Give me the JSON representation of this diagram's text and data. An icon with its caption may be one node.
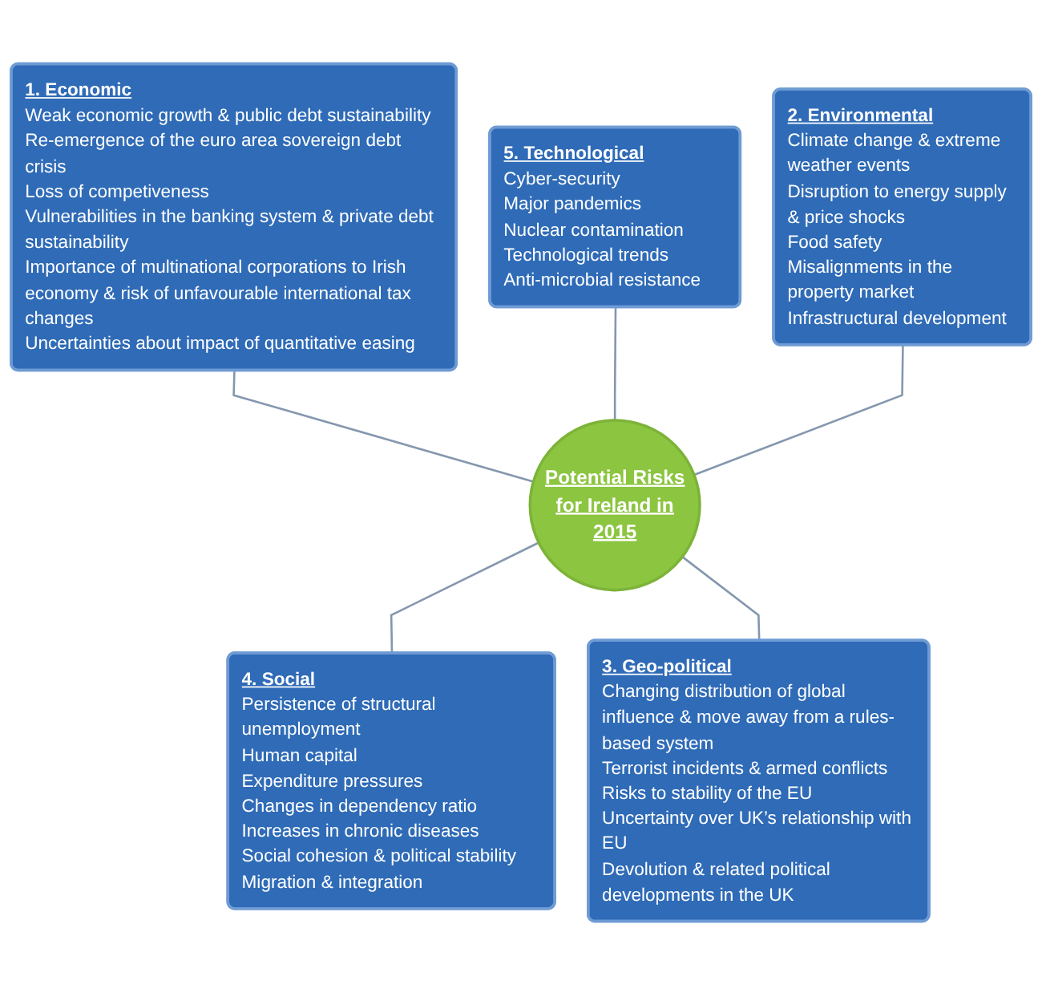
{
  "diagram": {
    "nodes": [
      {
        "text": [
          "1. Economic",
          "Weak economic growth & public debt sustainability",
          "Re-emergence of the euro area sovereign debt crisis",
          "Loss of competiveness",
          "Vulnerabilities in the banking system & private debt sustainability",
          "Importance of multinational corporations to Irish economy & risk of unfavourable international tax changes",
          "Uncertainties about impact of quantitative easing"
        ]
      },
      {
        "text": [
          "5. Technological",
          "Cyber-security",
          "Major pandemics",
          "Nuclear contamination",
          "Technological trends",
          "Anti-microbial resistance"
        ]
      },
      {
        "text": [
          "Potential Risks for Ireland in 2015"
        ]
      },
      {
        "text": [
          "2. Environmental",
          "Climate change & extreme weather events",
          "Disruption to energy supply & price shocks",
          "Food safety",
          "Misalignments in the property market",
          "Infrastructural development"
        ]
      },
      {
        "text": [
          "4. Social",
          "Persistence of structural unemployment",
          "Human capital",
          "Expenditure pressures",
          "Changes in dependency ratio",
          "Increases in chronic diseases",
          "Social cohesion & political stability",
          "Migration & integration"
        ]
      },
      {
        "text": [
          "3. Geo-political",
          "Changing distribution of global influence & move away from a rules-based system",
          "Terrorist incidents & armed conflicts",
          "Risks to stability of the EU",
          "Uncertainty over UK’s relationship with EU",
          "Devolution & related political developments in the UK"
        ]
      }
    ],
    "edges": [
      {
        "from": 0,
        "to": 2,
        "arrow": "none"
      },
      {
        "from": 1,
        "to": 2,
        "arrow": "none"
      },
      {
        "from": 3,
        "to": 2,
        "arrow": "none"
      },
      {
        "from": 2,
        "to": 4,
        "arrow": "none"
      },
      {
        "from": 2,
        "to": 5,
        "arrow": "none"
      }
    ]
  }
}
